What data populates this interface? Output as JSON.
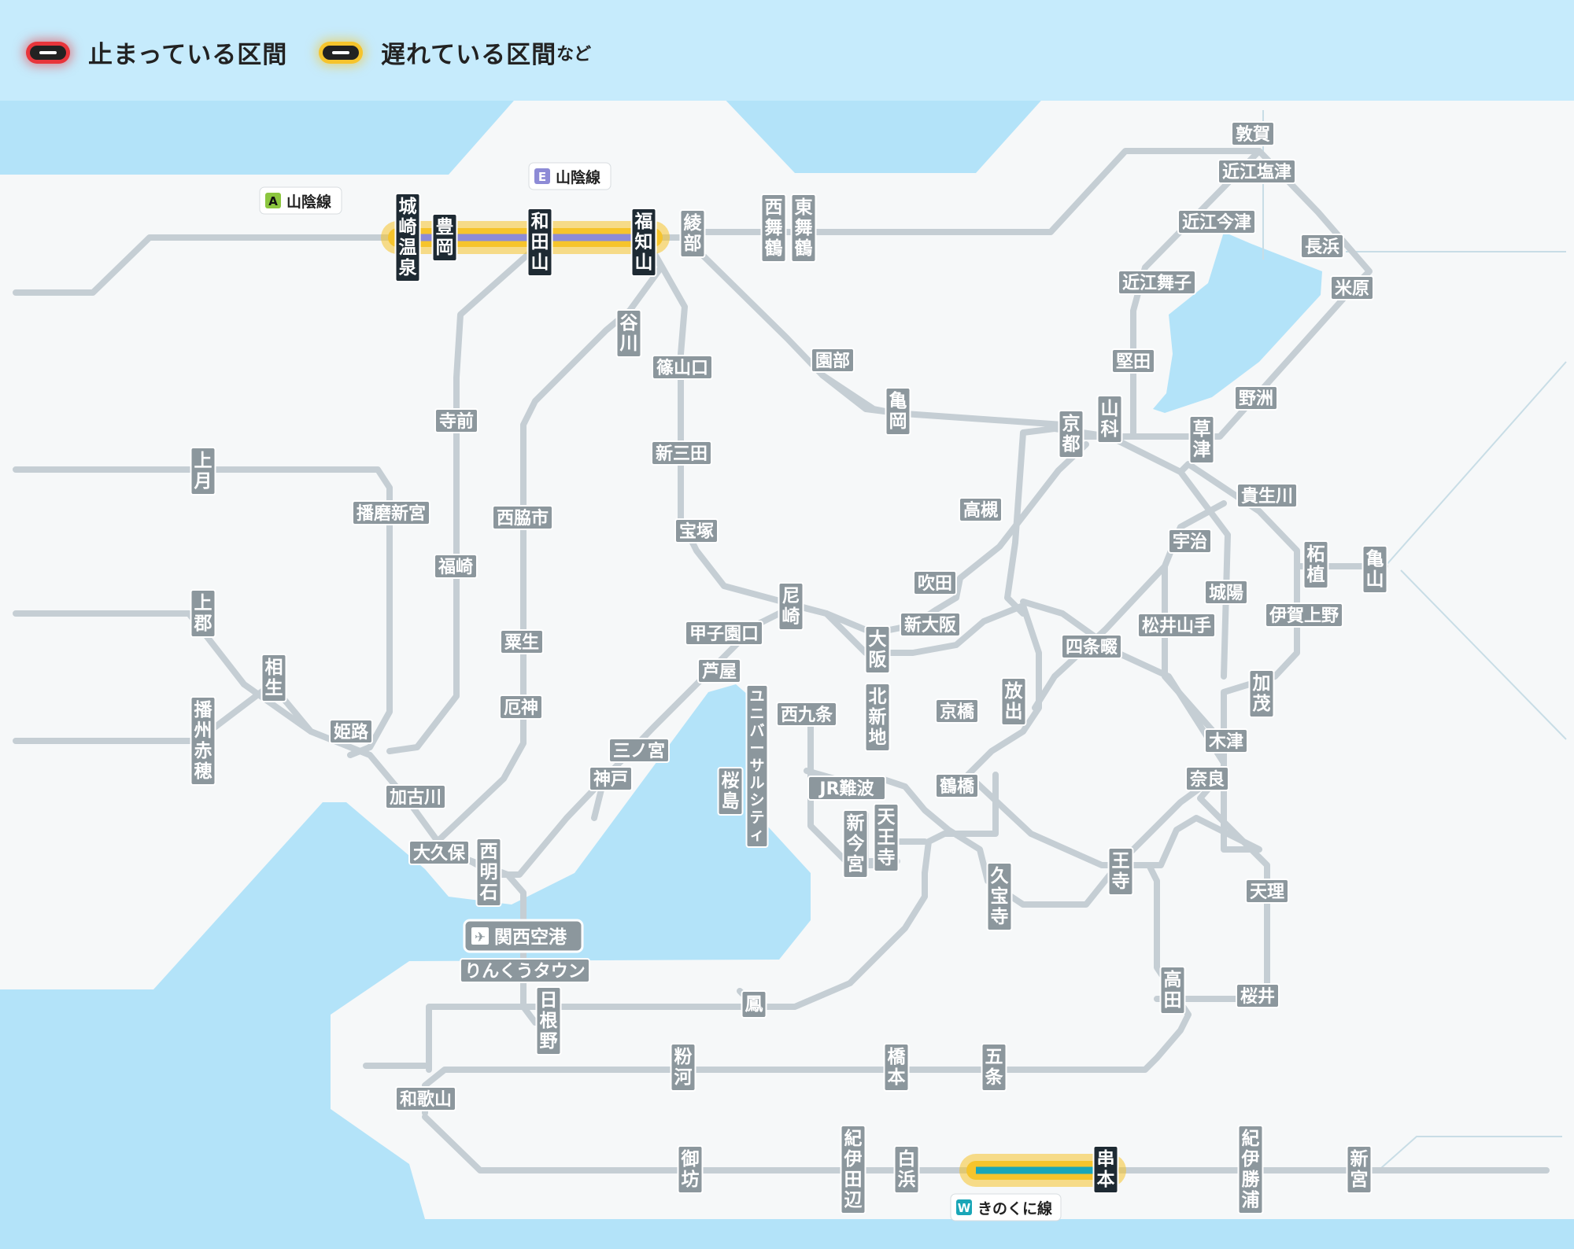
{
  "legend": {
    "stopped": {
      "label": "止まっている区間",
      "color": "#e8353b"
    },
    "delayed": {
      "label": "遅れている区間",
      "suffix": "など",
      "color": "#f6c42c"
    }
  },
  "line_badges": [
    {
      "letter": "A",
      "name": "山陰線",
      "color": "#8cc63f"
    },
    {
      "letter": "E",
      "name": "山陰線",
      "color": "#8d8bd6"
    },
    {
      "letter": "W",
      "name": "きのくに線",
      "color": "#1aa6b7"
    }
  ],
  "airport": {
    "name": "関西空港",
    "icon": "airplane-icon"
  },
  "disrupted_sections": [
    {
      "line": "山陰線",
      "from": "城崎温泉",
      "to": "福知山",
      "status": "遅れている区間"
    },
    {
      "line": "きのくに線",
      "from": "白浜",
      "to": "串本",
      "status": "遅れている区間"
    }
  ],
  "stations": {
    "kinosaki": "城崎温泉",
    "toyooka": "豊岡",
    "wadayama": "和田山",
    "fukuchiyama": "福知山",
    "ayabe": "綾部",
    "nishimaizuru": "西舞鶴",
    "higashimaizuru": "東舞鶴",
    "tsuruga": "敦賀",
    "omishiotsu": "近江塩津",
    "omiimazu": "近江今津",
    "nagahama": "長浜",
    "omimaiko": "近江舞子",
    "maibara": "米原",
    "katata": "堅田",
    "yasu": "野洲",
    "yamashina": "山科",
    "kusatsu": "草津",
    "kyoto": "京都",
    "kameoka": "亀岡",
    "sonobe": "園部",
    "tanikawa": "谷川",
    "sasayamaguchi": "篠山口",
    "shinsanda": "新三田",
    "takarazuka": "宝塚",
    "teramae": "寺前",
    "kozuki": "上月",
    "harimashingu": "播磨新宮",
    "nishiwakishi": "西脇市",
    "fukusaki": "福崎",
    "kamigori": "上郡",
    "aioi": "相生",
    "banshuako": "播州赤穂",
    "himeji": "姫路",
    "ao": "粟生",
    "yakujin": "厄神",
    "kakogawa": "加古川",
    "okubo": "大久保",
    "nishiakashi": "西明石",
    "sannomiya": "三ノ宮",
    "kobe": "神戸",
    "ashiya": "芦屋",
    "koshienguchi": "甲子園口",
    "amagasaki": "尼崎",
    "osaka": "大阪",
    "shinosaka": "新大阪",
    "suita": "吹田",
    "takatsuki": "高槻",
    "nishikujo": "西九条",
    "universal": "ユニバーサルシティ",
    "sakurajima": "桜島",
    "kitashinchi": "北新地",
    "kyobashi": "京橋",
    "hanaten": "放出",
    "shijonawate": "四条畷",
    "matsuiyamate": "松井山手",
    "uji": "宇治",
    "joyo": "城陽",
    "kizu": "木津",
    "nara": "奈良",
    "tsuruhashi": "鶴橋",
    "jrnamba": "JR難波",
    "shinimamiya": "新今宮",
    "tennoji": "天王寺",
    "kyuhoji": "久宝寺",
    "oji": "王寺",
    "tenri": "天理",
    "takada": "高田",
    "sakurai": "桜井",
    "kibukawa": "貴生川",
    "tsuge": "柘植",
    "kameyama": "亀山",
    "igaueno": "伊賀上野",
    "kamo": "加茂",
    "rinku": "りんくうタウン",
    "hineno": "日根野",
    "otori": "鳳",
    "wakayama": "和歌山",
    "kokawa": "粉河",
    "hashimoto": "橋本",
    "gojo": "五条",
    "gobo": "御坊",
    "kiitanabe": "紀伊田辺",
    "shirahama": "白浜",
    "kushimoto": "串本",
    "kiikatsuura": "紀伊勝浦",
    "shingu": "新宮"
  }
}
